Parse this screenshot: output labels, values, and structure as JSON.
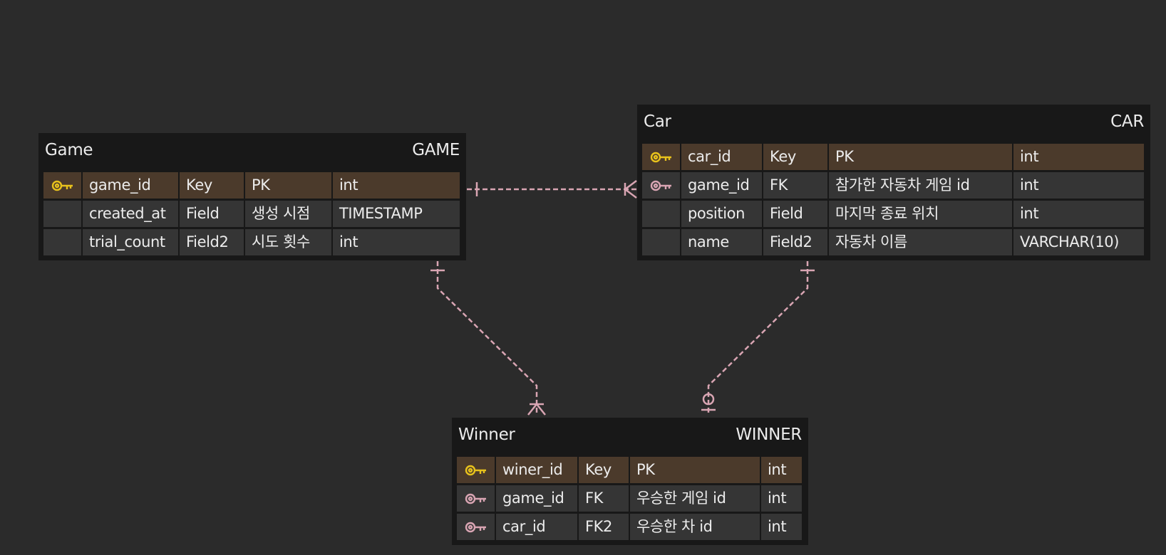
{
  "colors": {
    "background": "#2b2b2b",
    "entity_bg": "#181818",
    "cell_bg": "#353535",
    "pk_row_bg": "#4b3a2b",
    "primary_key_icon": "#e8c21c",
    "foreign_key_icon": "#d9a5b3",
    "relationship_line": "#d9a5b3",
    "text": "#ececec"
  },
  "entities": {
    "game": {
      "title": "Game",
      "table": "GAME",
      "rows": [
        {
          "icon": "primary-key-icon",
          "name": "game_id",
          "key": "Key",
          "comment": "PK",
          "type": "int"
        },
        {
          "icon": "",
          "name": "created_at",
          "key": "Field",
          "comment": "생성 시점",
          "type": "TIMESTAMP"
        },
        {
          "icon": "",
          "name": "trial_count",
          "key": "Field2",
          "comment": "시도 횟수",
          "type": "int"
        }
      ]
    },
    "car": {
      "title": "Car",
      "table": "CAR",
      "rows": [
        {
          "icon": "primary-key-icon",
          "name": "car_id",
          "key": "Key",
          "comment": "PK",
          "type": "int"
        },
        {
          "icon": "foreign-key-icon",
          "name": "game_id",
          "key": "FK",
          "comment": "참가한 자동차 게임 id",
          "type": "int"
        },
        {
          "icon": "",
          "name": "position",
          "key": "Field",
          "comment": "마지막 종료 위치",
          "type": "int"
        },
        {
          "icon": "",
          "name": "name",
          "key": "Field2",
          "comment": "자동차 이름",
          "type": "VARCHAR(10)"
        }
      ]
    },
    "winner": {
      "title": "Winner",
      "table": "WINNER",
      "rows": [
        {
          "icon": "primary-key-icon",
          "name": "winer_id",
          "key": "Key",
          "comment": "PK",
          "type": "int"
        },
        {
          "icon": "foreign-key-icon",
          "name": "game_id",
          "key": "FK",
          "comment": "우승한 게임 id",
          "type": "int"
        },
        {
          "icon": "foreign-key-icon",
          "name": "car_id",
          "key": "FK2",
          "comment": "우승한 차 id",
          "type": "int"
        }
      ]
    }
  },
  "relationships": [
    {
      "from": "game",
      "to": "car",
      "from_end": "one",
      "to_end": "many",
      "style": "dashed"
    },
    {
      "from": "game",
      "to": "winner",
      "from_end": "one",
      "to_end": "many",
      "style": "dashed"
    },
    {
      "from": "car",
      "to": "winner",
      "from_end": "one",
      "to_end": "zero-or-one",
      "style": "dashed"
    }
  ]
}
